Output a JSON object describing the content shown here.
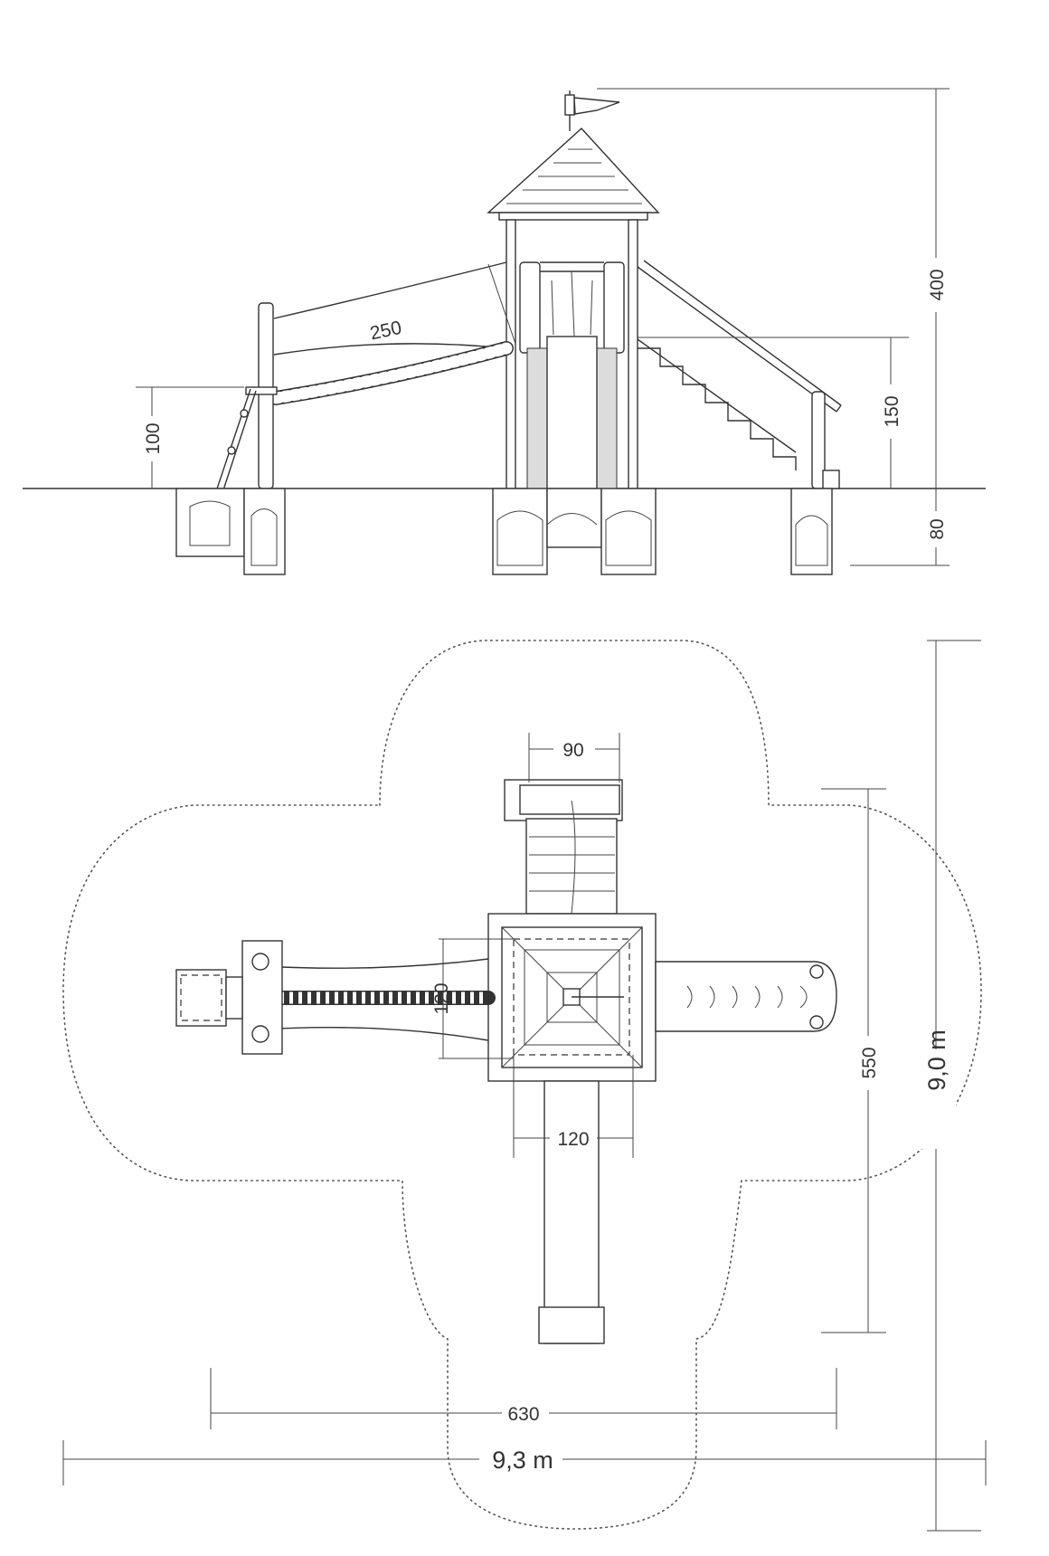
{
  "side_view": {
    "dims": {
      "bridge_length": "250",
      "total_height": "400",
      "platform_height": "150",
      "bridge_height": "100",
      "foundation_depth": "80"
    }
  },
  "plan_view": {
    "dims": {
      "ladder_width": "90",
      "tower_width": "120",
      "tower_depth": "120",
      "equipment_length": "550",
      "equipment_width": "630",
      "area_width": "9,3 m",
      "area_length": "9,0 m"
    }
  }
}
